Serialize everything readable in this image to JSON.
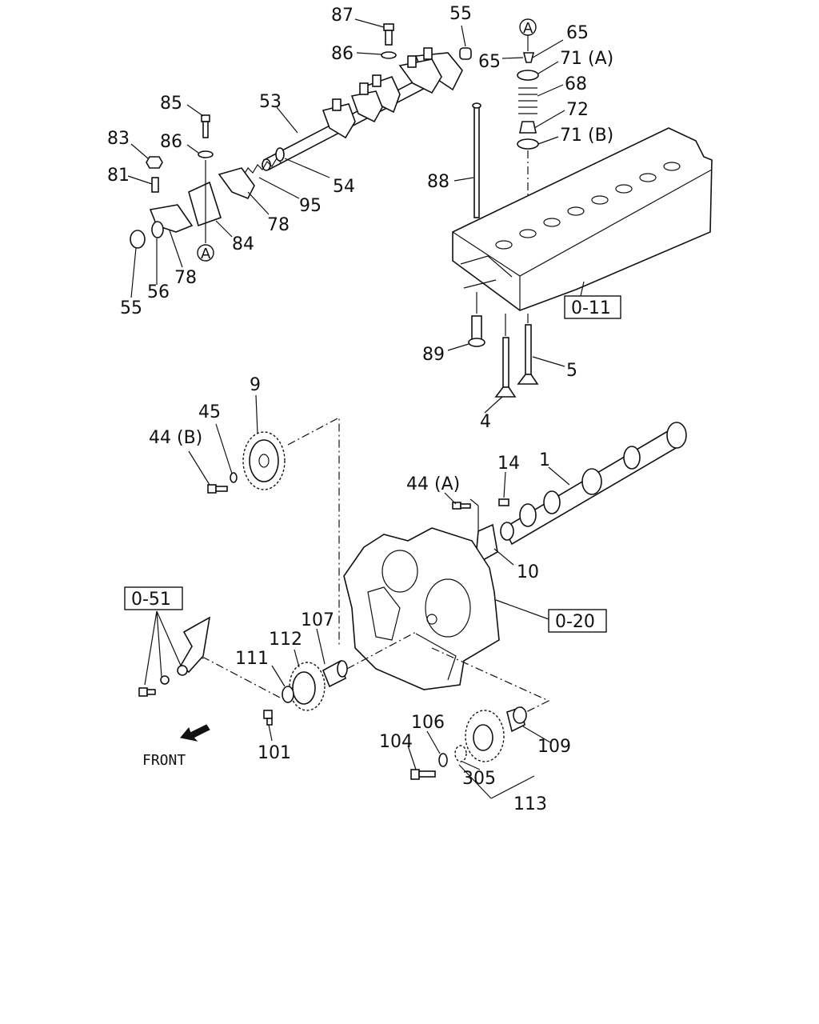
{
  "labels": {
    "p87": "87",
    "p55_top": "55",
    "p86_top": "86",
    "pA_top": "A",
    "p65_right": "65",
    "p65_left": "65",
    "p71a": "71 (A)",
    "p68": "68",
    "p85": "85",
    "p53": "53",
    "p72": "72",
    "p83": "83",
    "p86_mid": "86",
    "p71b": "71 (B)",
    "p81": "81",
    "p88": "88",
    "p54": "54",
    "p95": "95",
    "p78_right": "78",
    "p84": "84",
    "pA_bottom": "A",
    "p78_left": "78",
    "p56": "56",
    "p55_bottom": "55",
    "p89": "89",
    "p5": "5",
    "p4": "4",
    "p9": "9",
    "p45": "45",
    "p44b": "44 (B)",
    "p14": "14",
    "p1": "1",
    "p44a": "44 (A)",
    "p10": "10",
    "p107": "107",
    "p112": "112",
    "p111": "111",
    "p106": "106",
    "p104": "104",
    "p109": "109",
    "p101": "101",
    "p305": "305",
    "p113": "113"
  },
  "refs": {
    "r011": "0-11",
    "r051": "0-51",
    "r020": "0-20"
  },
  "front": "FRONT"
}
